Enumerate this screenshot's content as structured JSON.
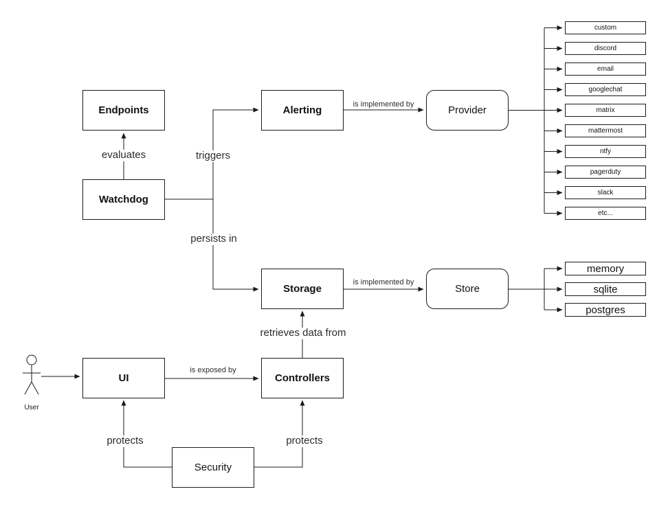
{
  "diagram": {
    "nodes": {
      "endpoints": "Endpoints",
      "watchdog": "Watchdog",
      "alerting": "Alerting",
      "provider": "Provider",
      "storage": "Storage",
      "store": "Store",
      "ui": "UI",
      "controllers": "Controllers",
      "security": "Security"
    },
    "actor": {
      "label": "User"
    },
    "edge_labels": {
      "evaluates": "evaluates",
      "triggers": "triggers",
      "persists_in": "persists in",
      "alerting_provider": "is implemented by",
      "storage_store": "is implemented by",
      "retrieves": "retrieves data from",
      "is_exposed_by": "is exposed by",
      "protects_ui": "protects",
      "protects_controllers": "protects"
    },
    "providers": [
      "custom",
      "discord",
      "email",
      "googlechat",
      "matrix",
      "mattermost",
      "ntfy",
      "pagerduty",
      "slack",
      "etc..."
    ],
    "stores": [
      "memory",
      "sqlite",
      "postgres"
    ],
    "colors": {
      "stroke": "#1a1a1a",
      "fill": "#ffffff"
    }
  }
}
